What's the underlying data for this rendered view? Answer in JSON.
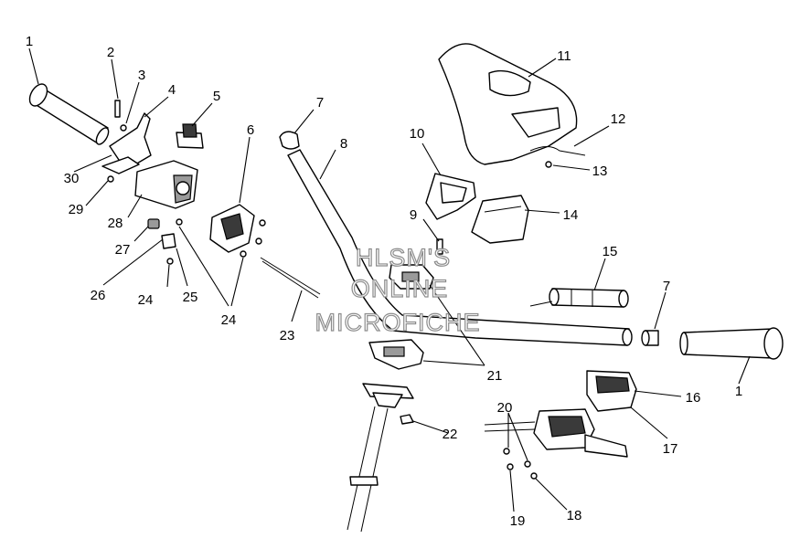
{
  "watermark": {
    "line1": "HLSM'S",
    "line2": "ONLINE",
    "line3": "MICROFICHE"
  },
  "callouts": {
    "c1_left": "1",
    "c1_right": "1",
    "c2": "2",
    "c3": "3",
    "c4": "4",
    "c5": "5",
    "c6": "6",
    "c7_top": "7",
    "c7_right": "7",
    "c8": "8",
    "c9": "9",
    "c10": "10",
    "c11": "11",
    "c12": "12",
    "c13": "13",
    "c14": "14",
    "c15": "15",
    "c16": "16",
    "c17": "17",
    "c18": "18",
    "c19": "19",
    "c20": "20",
    "c21": "21",
    "c22": "22",
    "c23": "23",
    "c24_a": "24",
    "c24_b": "24",
    "c25": "25",
    "c26": "26",
    "c27": "27",
    "c28": "28",
    "c29": "29",
    "c30": "30"
  }
}
